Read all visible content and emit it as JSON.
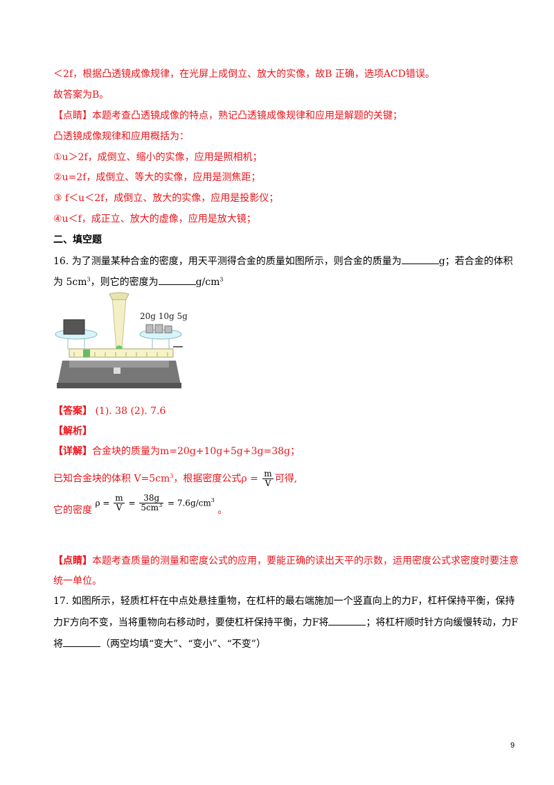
{
  "lines": {
    "l1": "＜2f，根据凸透镜成像规律，在光屏上成倒立、放大的实像，故B 正确，选项ACD错误。",
    "l2": "故答案为B。",
    "l3": "【点睛】本题考查凸透镜成像的特点，熟记凸透镜成像规律和应用是解题的关键；",
    "l4": "凸透镜成像规律和应用概括为：",
    "l5": "①u＞2f，成倒立、缩小的实像，应用是照相机；",
    "l6": "②u=2f，成倒立、等大的实像，应用是测焦距；",
    "l7": "③ f＜u＜2f，成倒立、放大的实像，应用是投影仪；",
    "l8": "④u＜f，成正立、放大的虚像，应用是放大镜；"
  },
  "section_title": "二、填空题",
  "q16": {
    "line1_a": "16.  为了测量某种合金的密度，用天平测得合金的质量如图所示，则合金的质量为",
    "line1_b": "g；若合金的体积",
    "line2_a": "为 5cm",
    "line2_sup": "3",
    "line2_b": "，则它的密度为",
    "line2_c": "g/cm",
    "line2_c_sup": "3",
    "figure_weights_label": "20g 10g 5g",
    "answer_label": "【答案】",
    "answer_text": "  (1). 38     (2). 7.6",
    "analysis_label": "【解析】",
    "detail_label": "【详解】",
    "detail_text": "合金块的质量为m=20g+10g+5g+3g=38g；",
    "known_a": "已知合金块的体积 V=5cm",
    "known_sup": "3",
    "known_b": "，根据密度公式ρ =",
    "frac_m": "m",
    "frac_v": "V",
    "known_c": "可得,",
    "density_prefix": "它的密度",
    "eq_rho": "ρ =",
    "eq_m": "m",
    "eq_v": "V",
    "eq_equals": "=",
    "eq_num": "38g",
    "eq_den": "5cm",
    "eq_den_sup": "3",
    "eq_result": "= 7.6g/cm",
    "eq_result_sup": "3",
    "eq_end": "。",
    "note_label": "【点睛】",
    "note_text1": "本题考查质量的测量和密度公式的应用，要能正确的读出天平的示数，运用密度公式求密度时要注意",
    "note_text2": "统一单位。"
  },
  "q17": {
    "line1": "17.  如图所示，轻质杠杆在中点处悬挂重物，在杠杆的最右端施加一个竖直向上的力F，杠杆保持平衡，保持",
    "line2_a": "力F方向不变，当将重物向右移动时，要使杠杆保持平衡，力F将",
    "line2_b": "；将杠杆顺时针方向缓慢转动，力F",
    "line3_a": "将",
    "line3_b": "（两空均填“变大”、“变小”、“不变”）"
  },
  "page_number": "9",
  "colors": {
    "red": "#e8141b",
    "black": "#000000"
  }
}
